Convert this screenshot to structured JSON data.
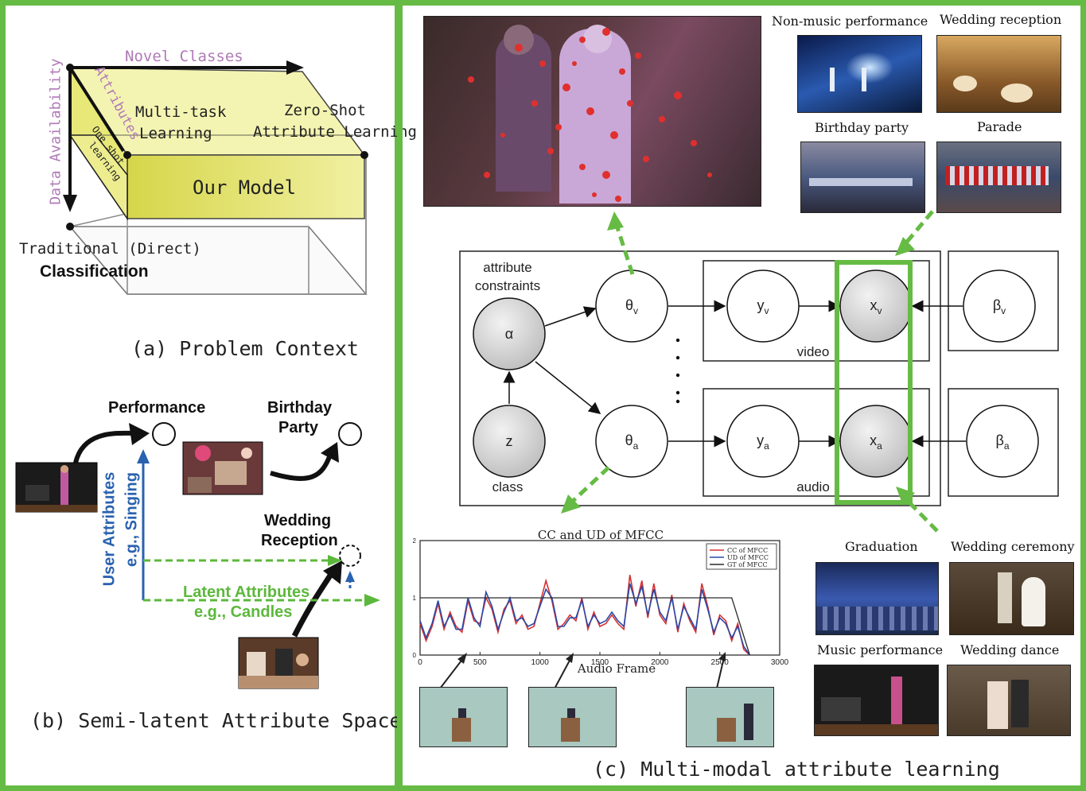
{
  "panel_a": {
    "caption": "(a) Problem Context",
    "novel_classes": "Novel Classes",
    "data_availability": "Data Availability",
    "attributes": "Attributes",
    "multitask": "Multi-task",
    "learning": "Learning",
    "zero_shot": "Zero-Shot",
    "attribute_learning": "Attribute Learning",
    "one_shot_a": "One shot",
    "one_shot_b": "learning",
    "our_model": "Our Model",
    "traditional": "Traditional (Direct)",
    "classification": "Classification"
  },
  "panel_b": {
    "caption": "(b) Semi-latent Attribute Space",
    "performance": "Performance",
    "birthday_1": "Birthday",
    "birthday_2": "Party",
    "wedding_1": "Wedding",
    "wedding_2": "Reception",
    "user_attr_1": "User Attributes",
    "user_attr_2": "e.g., Singing",
    "latent_attr_1": "Latent Attributes",
    "latent_attr_2": "e.g., Candles"
  },
  "panel_c": {
    "caption": "(c) Multi-modal attribute learning",
    "thumbs_top": [
      "Non-music performance",
      "Wedding reception",
      "Birthday party",
      "Parade"
    ],
    "thumbs_bottom": [
      "Graduation",
      "Wedding ceremony",
      "Music performance",
      "Wedding dance"
    ],
    "graphical_model": {
      "attr_constraints_1": "attribute",
      "attr_constraints_2": "constraints",
      "alpha": "α",
      "z": "z",
      "class": "class",
      "theta_v": "θ",
      "theta_v_sub": "v",
      "theta_a": "θ",
      "theta_a_sub": "a",
      "y_v": "y",
      "y_v_sub": "v",
      "y_a": "y",
      "y_a_sub": "a",
      "x_v": "x",
      "x_v_sub": "v",
      "x_a": "x",
      "x_a_sub": "a",
      "beta_v": "β",
      "beta_v_sub": "v",
      "beta_a": "β",
      "beta_a_sub": "a",
      "video": "video",
      "audio": "audio"
    }
  },
  "chart_data": {
    "type": "line",
    "title": "CC and UD of MFCC",
    "xlabel": "Audio Frame",
    "ylabel": "",
    "xlim": [
      0,
      3000
    ],
    "ylim": [
      0,
      2
    ],
    "xticks": [
      "0",
      "500",
      "1000",
      "1500",
      "2000",
      "2500",
      "3000"
    ],
    "yticks": [
      "0",
      "1",
      "2"
    ],
    "legend_position": "top-right",
    "series": [
      {
        "name": "CC of MFCC",
        "color": "#d93030",
        "x": [
          0,
          50,
          100,
          150,
          200,
          250,
          300,
          350,
          400,
          450,
          500,
          550,
          600,
          650,
          700,
          750,
          800,
          850,
          900,
          950,
          1000,
          1050,
          1100,
          1150,
          1200,
          1250,
          1300,
          1350,
          1400,
          1450,
          1500,
          1550,
          1600,
          1650,
          1700,
          1750,
          1800,
          1850,
          1900,
          1950,
          2000,
          2050,
          2100,
          2150,
          2200,
          2250,
          2300,
          2350,
          2400,
          2450,
          2500,
          2550,
          2600,
          2650,
          2700,
          2750
        ],
        "values": [
          0.55,
          0.25,
          0.5,
          0.9,
          0.45,
          0.75,
          0.5,
          0.4,
          0.95,
          0.6,
          0.55,
          1.0,
          0.8,
          0.4,
          0.8,
          0.95,
          0.55,
          0.7,
          0.45,
          0.5,
          0.9,
          1.3,
          0.95,
          0.45,
          0.55,
          0.7,
          0.6,
          1.0,
          0.45,
          0.75,
          0.5,
          0.55,
          0.7,
          0.55,
          0.45,
          1.4,
          0.85,
          1.3,
          0.65,
          1.25,
          0.7,
          0.55,
          1.05,
          0.4,
          0.9,
          0.6,
          0.4,
          1.25,
          0.85,
          0.35,
          0.7,
          0.6,
          0.25,
          0.55,
          0.1,
          0.0
        ]
      },
      {
        "name": "UD of MFCC",
        "color": "#2a4aa8",
        "x": [
          0,
          50,
          100,
          150,
          200,
          250,
          300,
          350,
          400,
          450,
          500,
          550,
          600,
          650,
          700,
          750,
          800,
          850,
          900,
          950,
          1000,
          1050,
          1100,
          1150,
          1200,
          1250,
          1300,
          1350,
          1400,
          1450,
          1500,
          1550,
          1600,
          1650,
          1700,
          1750,
          1800,
          1850,
          1900,
          1950,
          2000,
          2050,
          2100,
          2150,
          2200,
          2250,
          2300,
          2350,
          2400,
          2450,
          2500,
          2550,
          2600,
          2650,
          2700,
          2750
        ],
        "values": [
          0.6,
          0.3,
          0.55,
          0.95,
          0.5,
          0.7,
          0.45,
          0.45,
          1.0,
          0.65,
          0.5,
          1.1,
          0.85,
          0.45,
          0.75,
          1.0,
          0.6,
          0.65,
          0.5,
          0.55,
          0.85,
          1.15,
          1.0,
          0.5,
          0.5,
          0.65,
          0.65,
          0.95,
          0.5,
          0.7,
          0.55,
          0.6,
          0.75,
          0.6,
          0.5,
          1.25,
          0.9,
          1.2,
          0.7,
          1.15,
          0.75,
          0.6,
          1.0,
          0.45,
          0.85,
          0.65,
          0.45,
          1.15,
          0.8,
          0.4,
          0.65,
          0.55,
          0.3,
          0.5,
          0.15,
          0.0
        ]
      },
      {
        "name": "GT of MFCC",
        "color": "#2a2a2a",
        "x": [
          0,
          2600,
          2750
        ],
        "values": [
          1,
          1,
          0
        ]
      }
    ]
  },
  "colors": {
    "accent_green": "#66bb44",
    "arrow_blue": "#2a62b0",
    "latent_green": "#5cb83c",
    "label_purple": "#b07ab8"
  }
}
